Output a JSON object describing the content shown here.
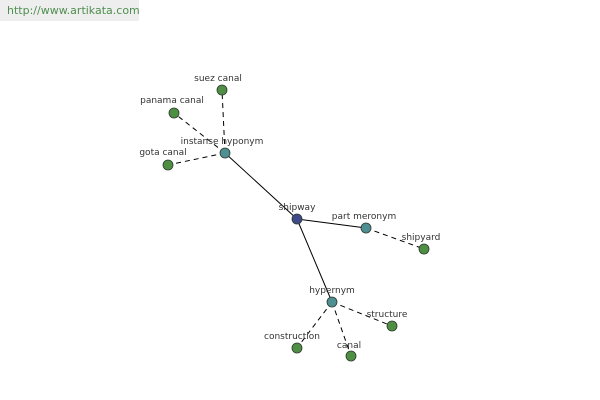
{
  "header": {
    "url_text": "http://www.artikata.com"
  },
  "colors": {
    "root_node": "#3f4a8c",
    "relation_node": "#4f8f93",
    "leaf_node": "#4f8f44",
    "node_stroke": "#2d3a2d",
    "edge": "#000000",
    "link_text": "#4f8f4f"
  },
  "graph": {
    "root": {
      "id": "shipway",
      "label": "shipway"
    },
    "relations": [
      {
        "id": "instance-hyponym",
        "label": "instanse hyponym"
      },
      {
        "id": "part-meronym",
        "label": "part meronym"
      },
      {
        "id": "hypernym",
        "label": "hypernym"
      }
    ],
    "leaves": [
      {
        "id": "suez-canal",
        "label": "suez canal",
        "parent": "instance-hyponym"
      },
      {
        "id": "panama-canal",
        "label": "panama canal",
        "parent": "instance-hyponym"
      },
      {
        "id": "gota-canal",
        "label": "gota canal",
        "parent": "instance-hyponym"
      },
      {
        "id": "shipyard",
        "label": "shipyard",
        "parent": "part-meronym"
      },
      {
        "id": "structure",
        "label": "structure",
        "parent": "hypernym"
      },
      {
        "id": "construction",
        "label": "construction",
        "parent": "hypernym"
      },
      {
        "id": "canal",
        "label": "canal",
        "parent": "hypernym"
      }
    ]
  }
}
